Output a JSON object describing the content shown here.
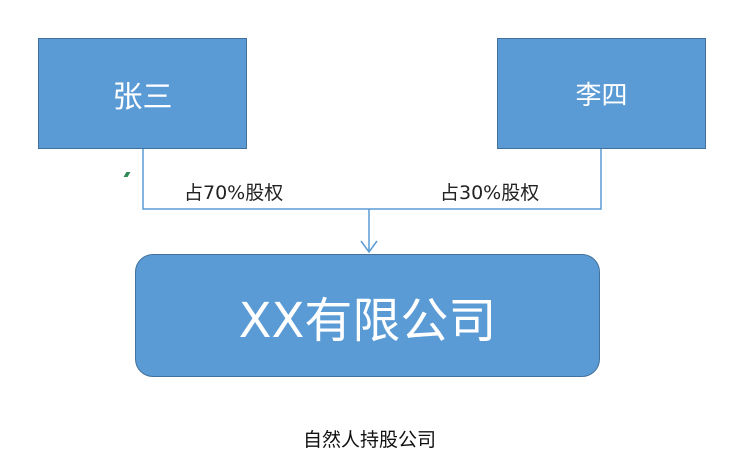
{
  "colors": {
    "node_fill": "#5b9bd5",
    "node_border": "#41719c",
    "connector": "#5b9bd5",
    "text_dark": "#222222"
  },
  "nodes": {
    "shareholder_1": {
      "name": "张三"
    },
    "shareholder_2": {
      "name": "李四"
    },
    "company": {
      "name": "XX有限公司"
    }
  },
  "edges": {
    "shareholder_1_stake": "占70%股权",
    "shareholder_2_stake": "占30%股权"
  },
  "caption": "自然人持股公司"
}
